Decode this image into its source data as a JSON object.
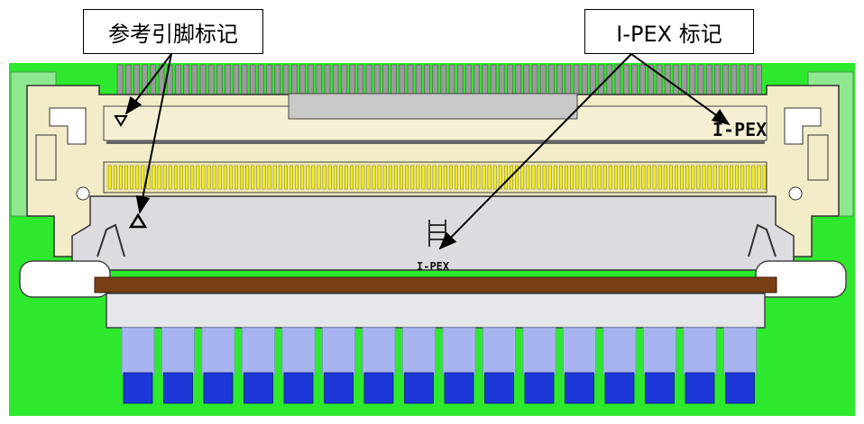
{
  "callouts": {
    "reference_pin_mark": "参考引脚标记",
    "ipex_mark": "I-PEX 标记"
  },
  "connector": {
    "top_logo": "I-PEX",
    "center_logo": "I-PEX"
  },
  "colors": {
    "pcb_green": "#2ee82e",
    "pad_green": "#8fe88f",
    "housing_beige": "#f2ecc8",
    "shell_gray": "#dcdce0",
    "pin_yellow": "#f2ee1c",
    "actuator_brown": "#7a3e14",
    "contact_blue_light": "#a8b4f0",
    "contact_blue_dark": "#1c38d8",
    "arrow_black": "#000000"
  }
}
